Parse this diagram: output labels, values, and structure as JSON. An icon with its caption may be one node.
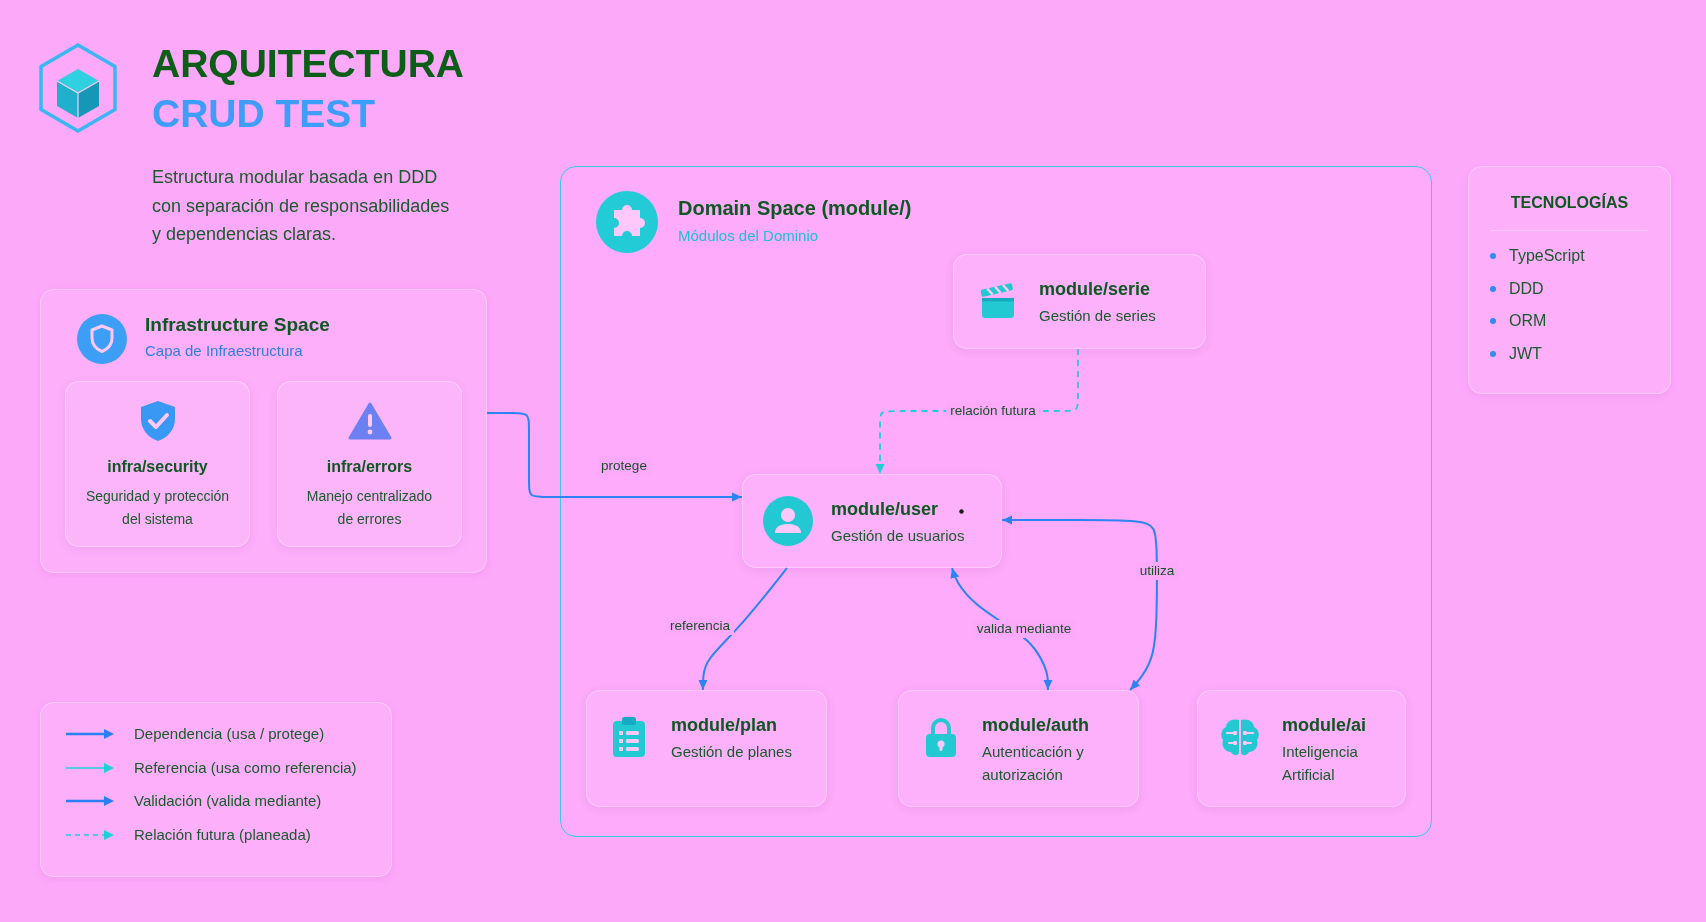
{
  "diagram": {
    "title": "ARQUITECTURA CRUD TEST",
    "nodes": [
      {
        "text": [
          "Infrastructure Space",
          "Capa de Infraestructura"
        ]
      },
      {
        "text": [
          "infra/security",
          "Seguridad y protección del sistema"
        ],
        "in": 0
      },
      {
        "text": [
          "infra/errors",
          "Manejo centralizado de errores"
        ],
        "in": 0
      },
      {
        "text": [
          "Domain Space (module/)",
          "Módulos del Dominio"
        ]
      },
      {
        "text": [
          "module/serie",
          "Gestión de series"
        ],
        "in": 3
      },
      {
        "text": [
          "module/user",
          "Gestión de usuarios"
        ],
        "in": 3
      },
      {
        "text": [
          "module/plan",
          "Gestión de planes"
        ],
        "in": 3
      },
      {
        "text": [
          "module/auth",
          "Autenticación y autorización"
        ],
        "in": 3
      },
      {
        "text": [
          "module/ai",
          "Inteligencia Artificial"
        ],
        "in": 3
      },
      {
        "text": [
          "TECNOLOGÍAS",
          "TypeScript",
          "DDD",
          "ORM",
          "JWT"
        ]
      }
    ],
    "edges": [
      {
        "from": 0,
        "to": 5,
        "arrow": "to",
        "label": "protege"
      },
      {
        "from": 4,
        "to": 5,
        "arrow": "to",
        "label": "relación futura",
        "style": "dashed",
        "color": "#1fcfd6"
      },
      {
        "from": 5,
        "to": 6,
        "arrow": "to",
        "label": "referencia"
      },
      {
        "from": 5,
        "to": 7,
        "arrow": "both",
        "label": "valida mediante"
      },
      {
        "from": 7,
        "to": 5,
        "arrow": "both",
        "label": "utiliza"
      }
    ],
    "labels": [
      "Estructura modular basada en DDD con separación de responsabilidades y dependencias claras."
    ],
    "legend": [
      {
        "text": "Dependencia (usa / protege)"
      },
      {
        "text": "Referencia (usa como referencia)"
      },
      {
        "text": "Validación (valida mediante)"
      },
      {
        "text": "Relación futura (planeada)"
      }
    ]
  }
}
